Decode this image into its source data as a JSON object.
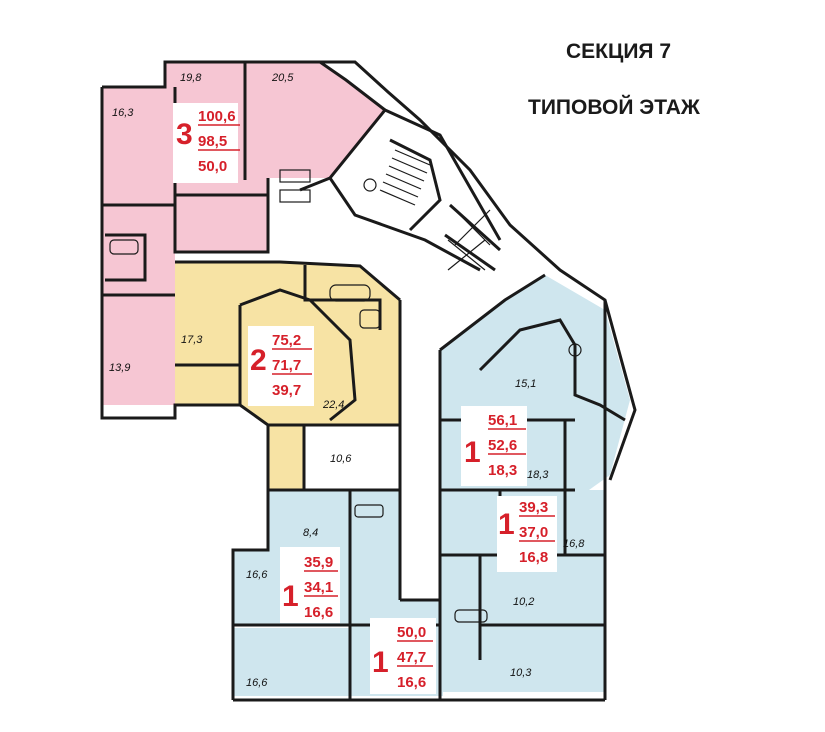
{
  "header": {
    "section": "СЕКЦИЯ 7",
    "floor": "ТИПОВОЙ ЭТАЖ"
  },
  "colors": {
    "pink": "#f6c6d3",
    "yellow": "#f7e3a4",
    "blue": "#cfe6ee",
    "wall": "#1a1a1a",
    "accent": "#d6202a"
  },
  "apartments": [
    {
      "rooms": "3",
      "values": [
        "100,6",
        "98,5",
        "50,0"
      ]
    },
    {
      "rooms": "2",
      "values": [
        "75,2",
        "71,7",
        "39,7"
      ]
    },
    {
      "rooms": "1",
      "values": [
        "56,1",
        "52,6",
        "18,3"
      ]
    },
    {
      "rooms": "1",
      "values": [
        "39,3",
        "37,0",
        "16,8"
      ]
    },
    {
      "rooms": "1",
      "values": [
        "35,9",
        "34,1",
        "16,6"
      ]
    },
    {
      "rooms": "1",
      "values": [
        "50,0",
        "47,7",
        "16,6"
      ]
    }
  ],
  "room_areas": [
    "19,8",
    "20,5",
    "16,3",
    "17,3",
    "13,9",
    "22,4",
    "10,6",
    "8,4",
    "16,6",
    "16,6",
    "15,1",
    "18,3",
    "16,8",
    "10,2",
    "10,3"
  ]
}
